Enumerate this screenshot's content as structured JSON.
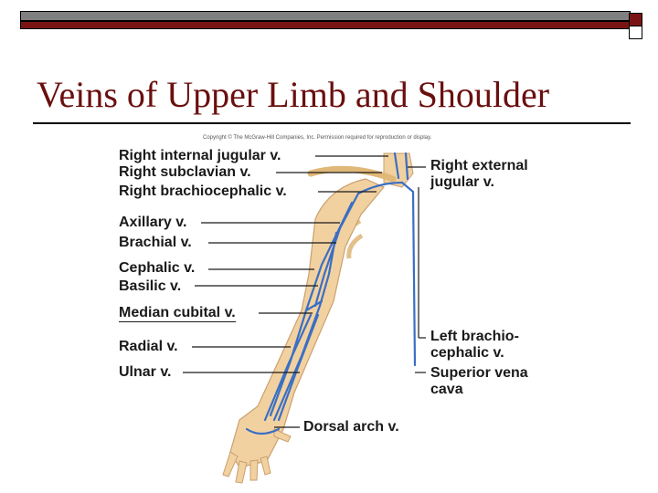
{
  "slide": {
    "title": "Veins of Upper Limb and Shoulder",
    "title_color": "#6a0f0f",
    "accent_color": "#7a1414"
  },
  "figure": {
    "copyright": "Copyright © The McGraw-Hill Companies, Inc. Permission required for reproduction or display.",
    "vein_color": "#3a6fc4",
    "skin_color": "#f2d1a0",
    "labels_left": [
      "Right internal jugular v.",
      "Right subclavian v.",
      "Right brachiocephalic v.",
      "Axillary v.",
      "Brachial v.",
      "Cephalic v.",
      "Basilic v.",
      "Median cubital v.",
      "Radial v.",
      "Ulnar v."
    ],
    "labels_right": [
      "Right external jugular v.",
      "Left brachio-cephalic v.",
      "Superior vena cava"
    ],
    "labels_bottom": [
      "Dorsal arch v."
    ]
  }
}
